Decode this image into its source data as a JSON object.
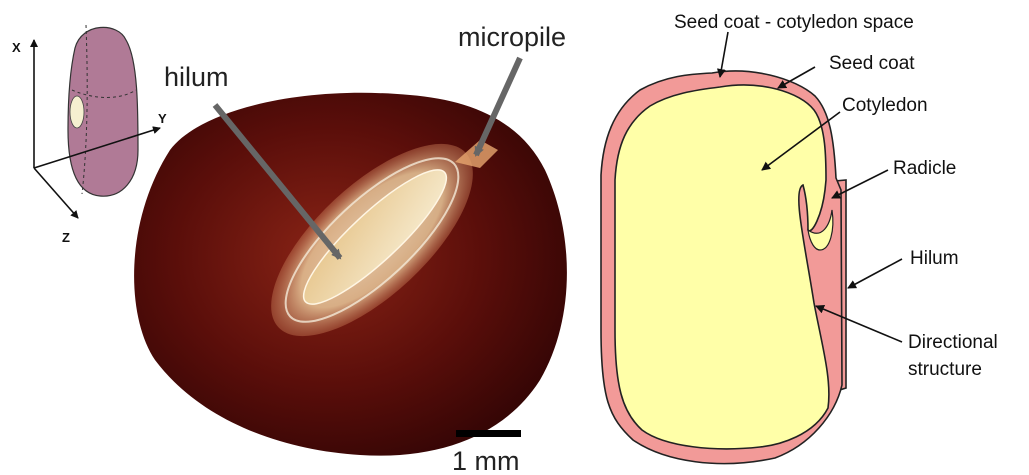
{
  "photo": {
    "labels": {
      "hilum": "hilum",
      "micropile": "micropile"
    },
    "scale_bar": {
      "label": "1 mm"
    }
  },
  "orientation_inset": {
    "axes": {
      "x": "X",
      "y": "Y",
      "z": "Z"
    }
  },
  "schematic": {
    "labels": {
      "space": "Seed coat - cotyledon space",
      "seed_coat": "Seed coat",
      "cotyledon": "Cotyledon",
      "radicle": "Radicle",
      "hilum": "Hilum",
      "directional_line1": "Directional",
      "directional_line2": "structure"
    }
  },
  "colors": {
    "seed_coat_dark": "#3a0606",
    "seed_coat_mid": "#7a1a12",
    "hilum_glow": "#f0d8a8",
    "hilum_core": "#c89a5a",
    "bean_inset": "#b07a96",
    "schematic_coat": "#f29a98",
    "schematic_cotyledon": "#ffffa8",
    "arrow_grey": "#666666"
  }
}
